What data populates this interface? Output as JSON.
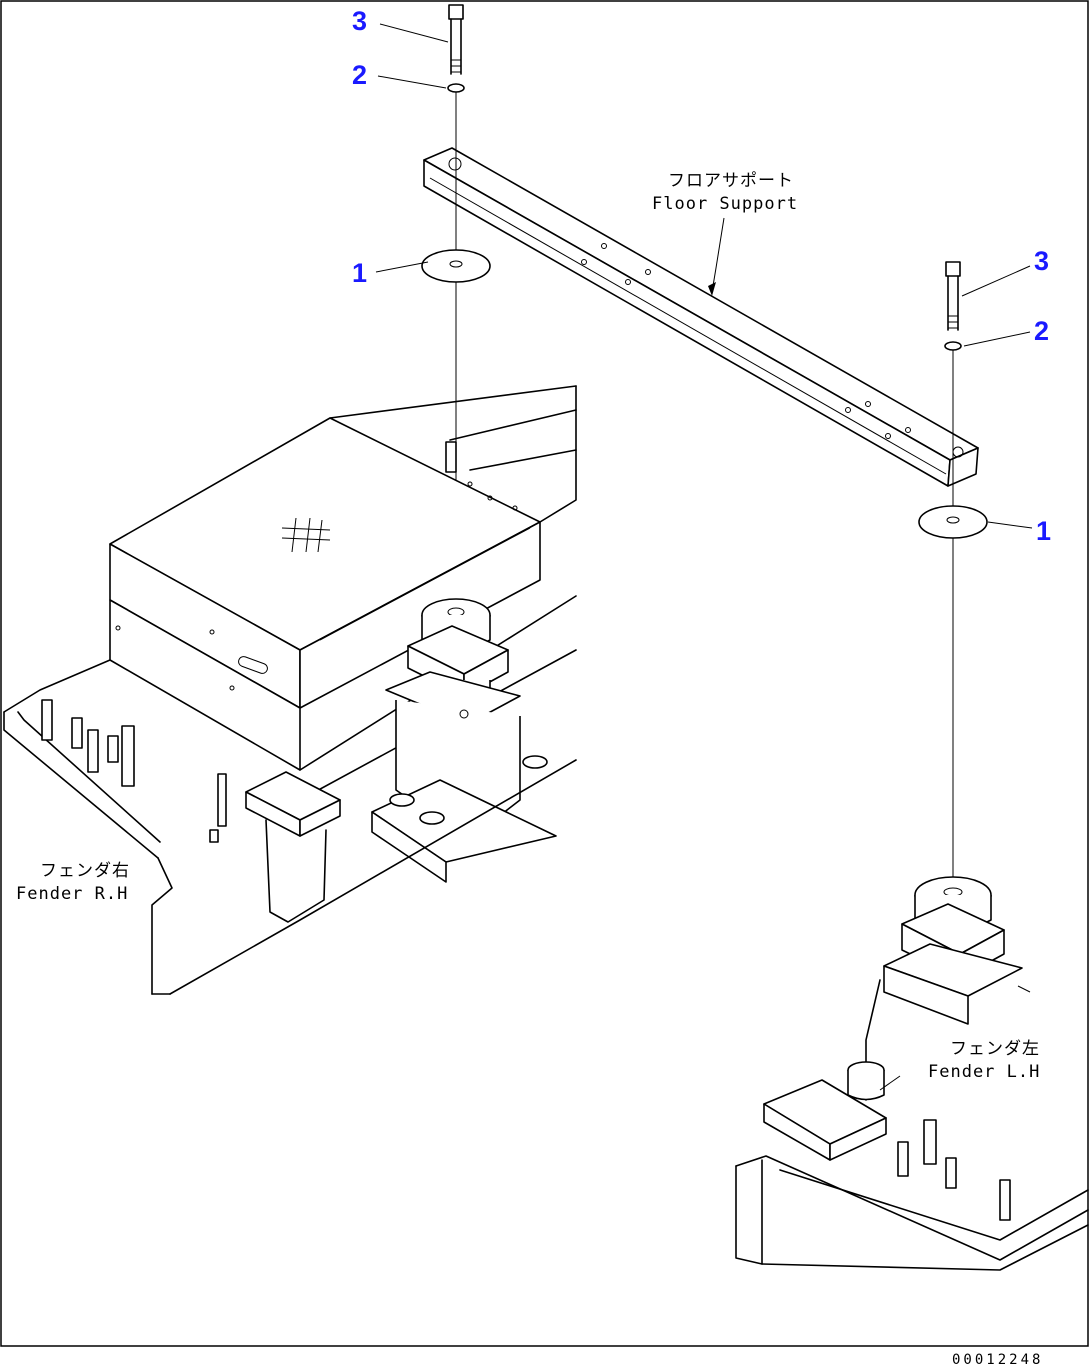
{
  "callouts": [
    {
      "number": "3"
    },
    {
      "number": "2"
    },
    {
      "number": "1"
    },
    {
      "number": "3"
    },
    {
      "number": "2"
    },
    {
      "number": "1"
    }
  ],
  "labels": {
    "floor_support_jp": "フロアサポート",
    "floor_support_en": "Floor Support",
    "fender_rh_jp": "フェンダ右",
    "fender_rh_en": "Fender R.H",
    "fender_lh_jp": "フェンダ左",
    "fender_lh_en": "Fender L.H"
  },
  "document_id": "00012248"
}
